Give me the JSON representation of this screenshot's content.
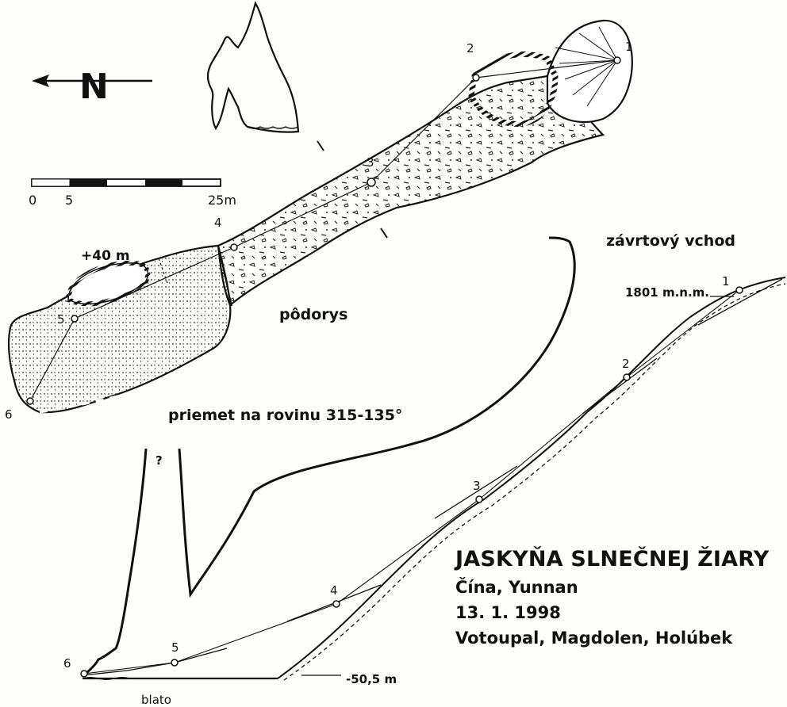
{
  "north_arrow": {
    "letter": "N",
    "icon": "north-arrow-icon"
  },
  "scale_bar": {
    "tick_0": "0",
    "tick_5": "5",
    "tick_25": "25m"
  },
  "labels": {
    "elevation_chamber": "+40 m",
    "plan_view": "pôdorys",
    "profile_view": "priemet na rovinu 315-135°",
    "entrance": "závrtový vchod",
    "entrance_altitude": "1801 m.n.m.",
    "depth": "-50,5 m",
    "mud": "blato",
    "unknown": "?"
  },
  "plan_stations": [
    "1",
    "2",
    "3",
    "4",
    "5",
    "6"
  ],
  "profile_stations": [
    "1",
    "2",
    "3",
    "4",
    "5",
    "6"
  ],
  "title": {
    "name": "JASKYŇA SLNEČNEJ ŽIARY",
    "location": "Čína, Yunnan",
    "date": "13. 1. 1998",
    "authors": "Votoupal, Magdolen, Holúbek"
  },
  "colors": {
    "ink": "#111111",
    "paper": "#fdfdfb"
  }
}
